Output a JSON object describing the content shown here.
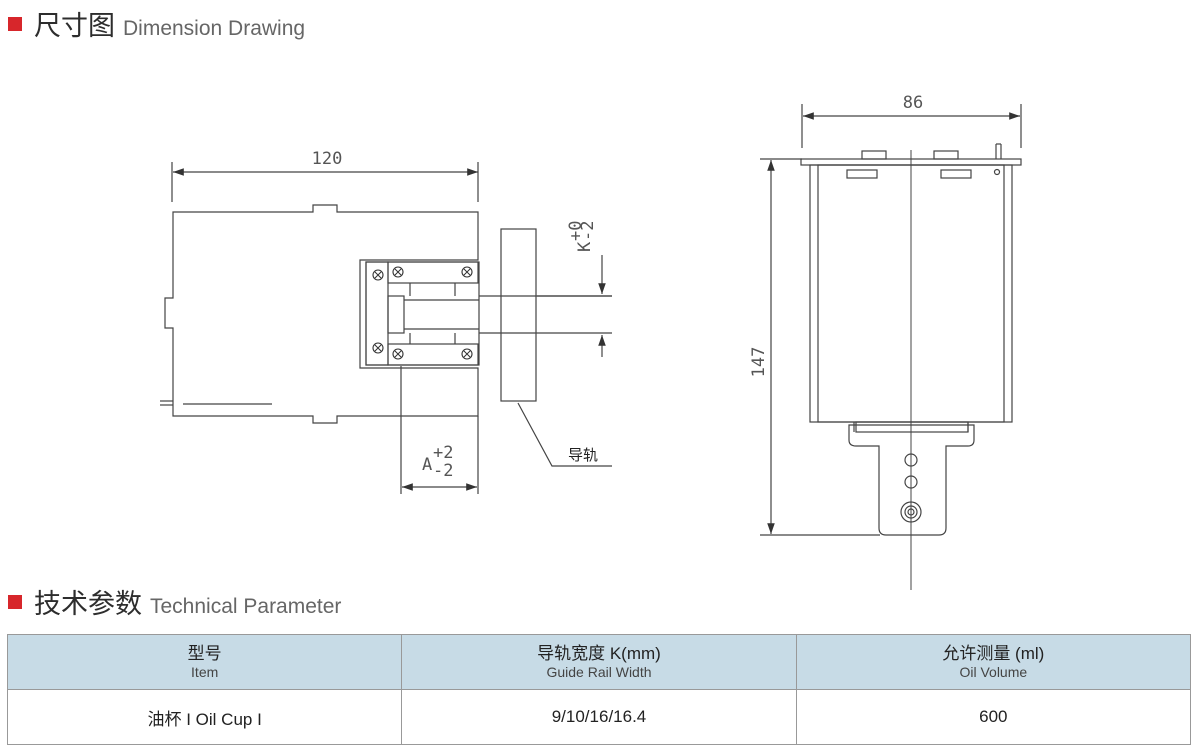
{
  "section1": {
    "title_cn": "尺寸图",
    "title_en": "Dimension Drawing"
  },
  "section2": {
    "title_cn": "技术参数",
    "title_en": "Technical Parameter"
  },
  "drawing": {
    "dim_width_left": "120",
    "dim_width_right": "86",
    "dim_height_right": "147",
    "tol_k_letter": "K",
    "tol_k_upper": "+0",
    "tol_k_lower": "-2",
    "tol_a_letter": "A",
    "tol_a_upper": "+2",
    "tol_a_lower": "-2",
    "rail_label": "导轨"
  },
  "table": {
    "headers": [
      {
        "cn": "型号",
        "en": "Item"
      },
      {
        "cn": "导轨宽度 K(mm)",
        "en": "Guide Rail Width"
      },
      {
        "cn": "允许测量 (ml)",
        "en": "Oil Volume"
      }
    ],
    "rows": [
      [
        "油杯 I  Oil Cup I",
        "9/10/16/16.4",
        "600"
      ]
    ]
  },
  "colors": {
    "accent_red": "#d7262b",
    "header_blue": "#c7dbe6"
  }
}
